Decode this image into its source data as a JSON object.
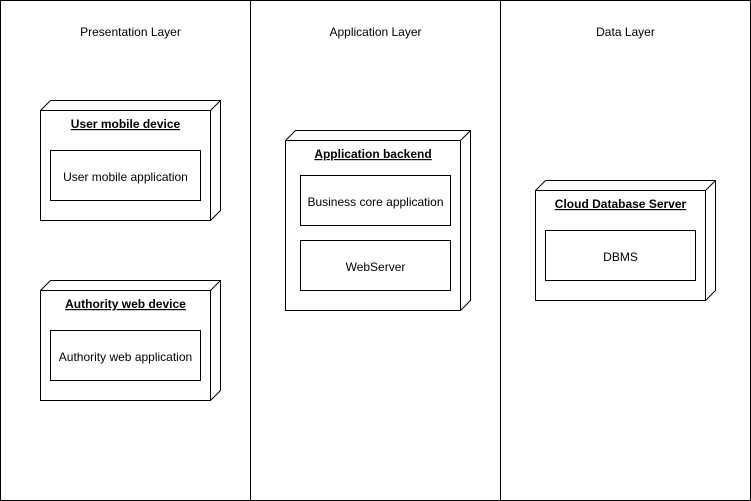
{
  "lanes": [
    {
      "label": "Presentation Layer"
    },
    {
      "label": "Application Layer"
    },
    {
      "label": "Data Layer"
    }
  ],
  "nodes": [
    {
      "title": "User mobile device",
      "components": [
        "User mobile application"
      ]
    },
    {
      "title": "Authority web device",
      "components": [
        "Authority web application"
      ]
    },
    {
      "title": "Application backend",
      "components": [
        "Business core application",
        "WebServer"
      ]
    },
    {
      "title": "Cloud Database Server",
      "components": [
        "DBMS"
      ]
    }
  ],
  "colors": {
    "stroke": "#000000",
    "fill": "#ffffff",
    "text": "#000000"
  }
}
